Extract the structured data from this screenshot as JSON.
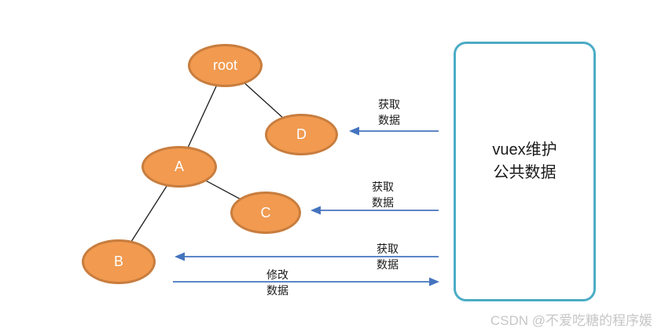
{
  "colors": {
    "background": "#FFFFFF",
    "node_fill": "#F19A50",
    "node_stroke": "#C87D3E",
    "node_text": "#FFFFFF",
    "edge": "#1A1A1A",
    "arrow": "#4574BE",
    "box_border": "#4BACC6",
    "label_text": "#1A1A1A",
    "watermark": "#C6C6C6"
  },
  "nodes": {
    "root": {
      "label": "root"
    },
    "a": {
      "label": "A"
    },
    "b": {
      "label": "B"
    },
    "c": {
      "label": "C"
    },
    "d": {
      "label": "D"
    }
  },
  "tree_edges": [
    "root-A",
    "root-D",
    "A-B",
    "A-C"
  ],
  "box": {
    "line1": "vuex维护",
    "line2": "公共数据"
  },
  "arrows": {
    "get_d": {
      "line1": "获取",
      "line2": "数据",
      "direction": "left"
    },
    "get_c": {
      "line1": "获取",
      "line2": "数据",
      "direction": "left"
    },
    "get_b": {
      "line1": "获取",
      "line2": "数据",
      "direction": "left"
    },
    "modify": {
      "line1": "修改",
      "line2": "数据",
      "direction": "right"
    }
  },
  "watermark": {
    "text": "CSDN @不爱吃糖的程序媛"
  }
}
